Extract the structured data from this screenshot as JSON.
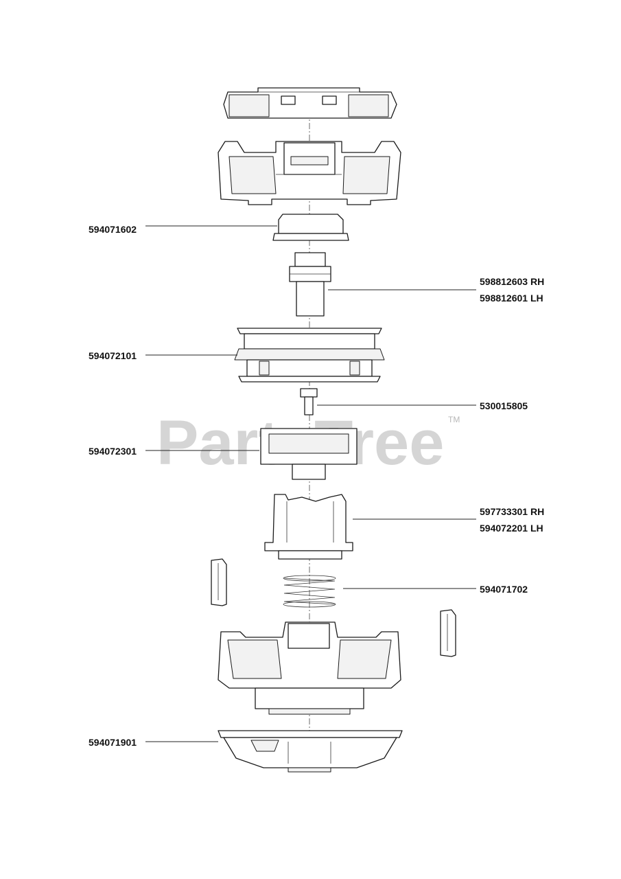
{
  "watermark": {
    "text": "PartsTree",
    "tm": "TM"
  },
  "parts": [
    {
      "id": "p1",
      "lines": [
        "594071602"
      ]
    },
    {
      "id": "p2",
      "lines": [
        "598812603 RH",
        "598812601 LH"
      ]
    },
    {
      "id": "p3",
      "lines": [
        "594072101"
      ]
    },
    {
      "id": "p4",
      "lines": [
        "530015805"
      ]
    },
    {
      "id": "p5",
      "lines": [
        "594072301"
      ]
    },
    {
      "id": "p6",
      "lines": [
        "597733301 RH",
        "594072201 LH"
      ]
    },
    {
      "id": "p7",
      "lines": [
        "594071702"
      ]
    },
    {
      "id": "p8",
      "lines": [
        "594071901"
      ]
    }
  ]
}
